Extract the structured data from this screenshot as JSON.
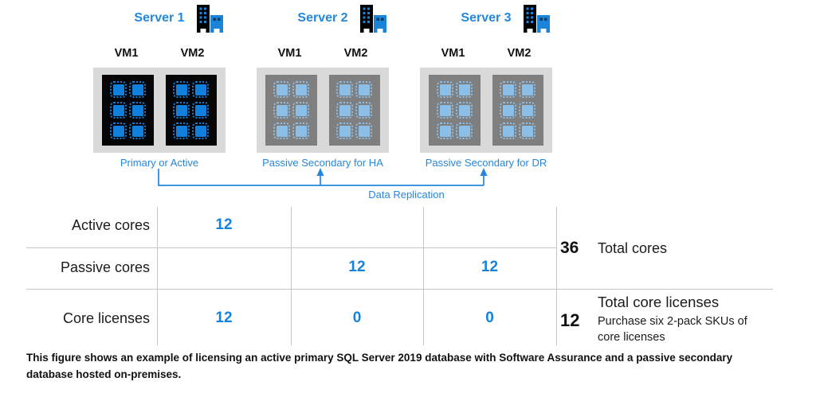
{
  "colors": {
    "accent": "#2487dc",
    "number_blue": "#1583de",
    "active_chip": "#1080dc",
    "passive_chip": "#8cbfe8",
    "active_vm_bg": "#050505",
    "passive_vm_bg": "#7f7f7f",
    "host_bg": "#d9d9d9",
    "grid_line": "#c6c6c6",
    "text_dark": "#1b1b1b"
  },
  "diagram": {
    "cores_per_vm": 6,
    "servers": [
      {
        "name": "Server 1",
        "icon": "building-icon",
        "vm_labels": [
          "VM1",
          "VM2"
        ],
        "state_label": "Primary or Active",
        "mode": "active"
      },
      {
        "name": "Server 2",
        "icon": "building-icon",
        "vm_labels": [
          "VM1",
          "VM2"
        ],
        "state_label": "Passive Secondary for HA",
        "mode": "passive"
      },
      {
        "name": "Server 3",
        "icon": "building-icon",
        "vm_labels": [
          "VM1",
          "VM2"
        ],
        "state_label": "Passive Secondary for DR",
        "mode": "passive"
      }
    ],
    "replication_label": "Data Replication"
  },
  "table": {
    "rows": [
      {
        "label": "Active cores",
        "values": [
          "12",
          "",
          ""
        ]
      },
      {
        "label": "Passive cores",
        "values": [
          "",
          "12",
          "12"
        ]
      },
      {
        "label": "Core licenses",
        "values": [
          "12",
          "0",
          "0"
        ]
      }
    ]
  },
  "totals": {
    "total_cores_value": "36",
    "total_cores_label": "Total cores",
    "total_core_licenses_value": "12",
    "total_core_licenses_label": "Total core licenses",
    "total_core_licenses_note": "Purchase six 2-pack SKUs of core licenses"
  },
  "caption": "This figure shows an example of licensing an active primary SQL Server 2019 database with Software Assurance and a passive secondary database hosted on-premises."
}
